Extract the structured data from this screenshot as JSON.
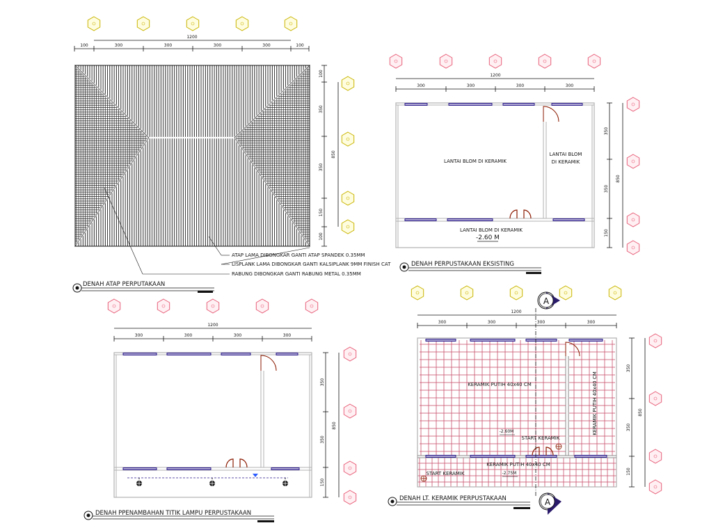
{
  "roof_plan": {
    "title": "DENAH ATAP PERPUTAKAAN",
    "total_width": "1200",
    "top_dims": [
      "100",
      "300",
      "300",
      "300",
      "300",
      "100"
    ],
    "right_dims": [
      "100",
      "350",
      "350",
      "150",
      "100"
    ],
    "right_total": "850",
    "notes": [
      "ATAP LAMA DIBONGKAR GANTI ATAP SPANDEK 0.35MM",
      "LISPLANK LAMA DIBONGKAR GANTI KALSIPLANK 9MM FINISH CAT",
      "RABUNG DIBONGKAR GANTI RABUNG METAL 0.35MM"
    ]
  },
  "existing_plan": {
    "title": "DENAH PERPUSTAKAAN EKSISTING",
    "total_width": "1200",
    "top_dims": [
      "300",
      "300",
      "300",
      "300"
    ],
    "right_dims": [
      "350",
      "350",
      "150"
    ],
    "right_total": "850",
    "room_main": "LANTAI BLOM DI KERAMIK",
    "room_side_line1": "LANTAI BLOM",
    "room_side_line2": "DI KERAMIK",
    "room_front": "LANTAI BLOM DI KERAMIK",
    "elevation": "-2.60 M"
  },
  "lamp_plan": {
    "title": "DENAH PPENAMBAHAN TITIK LAMPU PERPUSTAKAAN",
    "total_width": "1200",
    "top_dims": [
      "300",
      "300",
      "300",
      "300"
    ],
    "right_dims": [
      "350",
      "350",
      "150"
    ],
    "right_total": "850"
  },
  "ceramic_plan": {
    "title": "DENAH LT. KERAMIK PERPUSTAKAAN",
    "total_width": "1200",
    "top_dims": [
      "300",
      "300",
      "300",
      "300"
    ],
    "right_dims": [
      "350",
      "350",
      "150"
    ],
    "right_total": "850",
    "tile_main": "KERAMIK PUTIH 40x40 CM",
    "tile_side": "KERAMIK PUTIH 40x40 CM",
    "tile_front": "KERAMIK PUTIH 40x40 CM",
    "start_1": "START KERAMIK",
    "start_2": "START KERAMIK",
    "elev_1": "-2.60M",
    "elev_2": "-2.75M",
    "section_marker": "A"
  },
  "colors": {
    "grid_yellow": "#c8b400",
    "grid_pink": "#e8607a",
    "window": "#2a1a8a",
    "door": "#8b1a00",
    "tile": "#c8506a",
    "wall": "#b0b0b0"
  }
}
